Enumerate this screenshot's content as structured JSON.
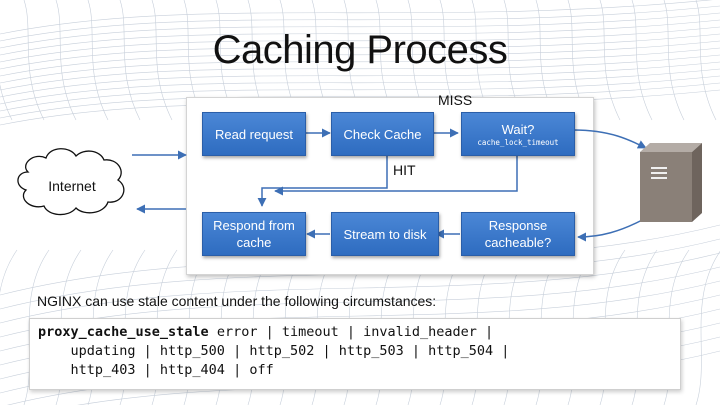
{
  "title": "Caching Process",
  "diagram": {
    "boxes": {
      "read_request": "Read request",
      "check_cache": "Check Cache",
      "wait": "Wait?",
      "wait_sub": "cache_lock_timeout",
      "respond_line1": "Respond from",
      "respond_line2": "cache",
      "stream": "Stream to disk",
      "response_line1": "Response",
      "response_line2": "cacheable?"
    },
    "labels": {
      "miss": "MISS",
      "hit": "HIT"
    },
    "internet": "Internet",
    "server_icon": "server-icon",
    "cloud_icon": "cloud-icon"
  },
  "note": "NGINX can use stale content under the following circumstances:",
  "code": {
    "directive": "proxy_cache_use_stale",
    "line1_rest": " error | timeout | invalid_header |",
    "line2": "    updating | http_500 | http_502 | http_503 | http_504 |",
    "line3": "    http_403 | http_404 | off"
  },
  "colors": {
    "box": "#3a78c9",
    "arrow": "#3d6fb5",
    "server": "#8a8078"
  }
}
